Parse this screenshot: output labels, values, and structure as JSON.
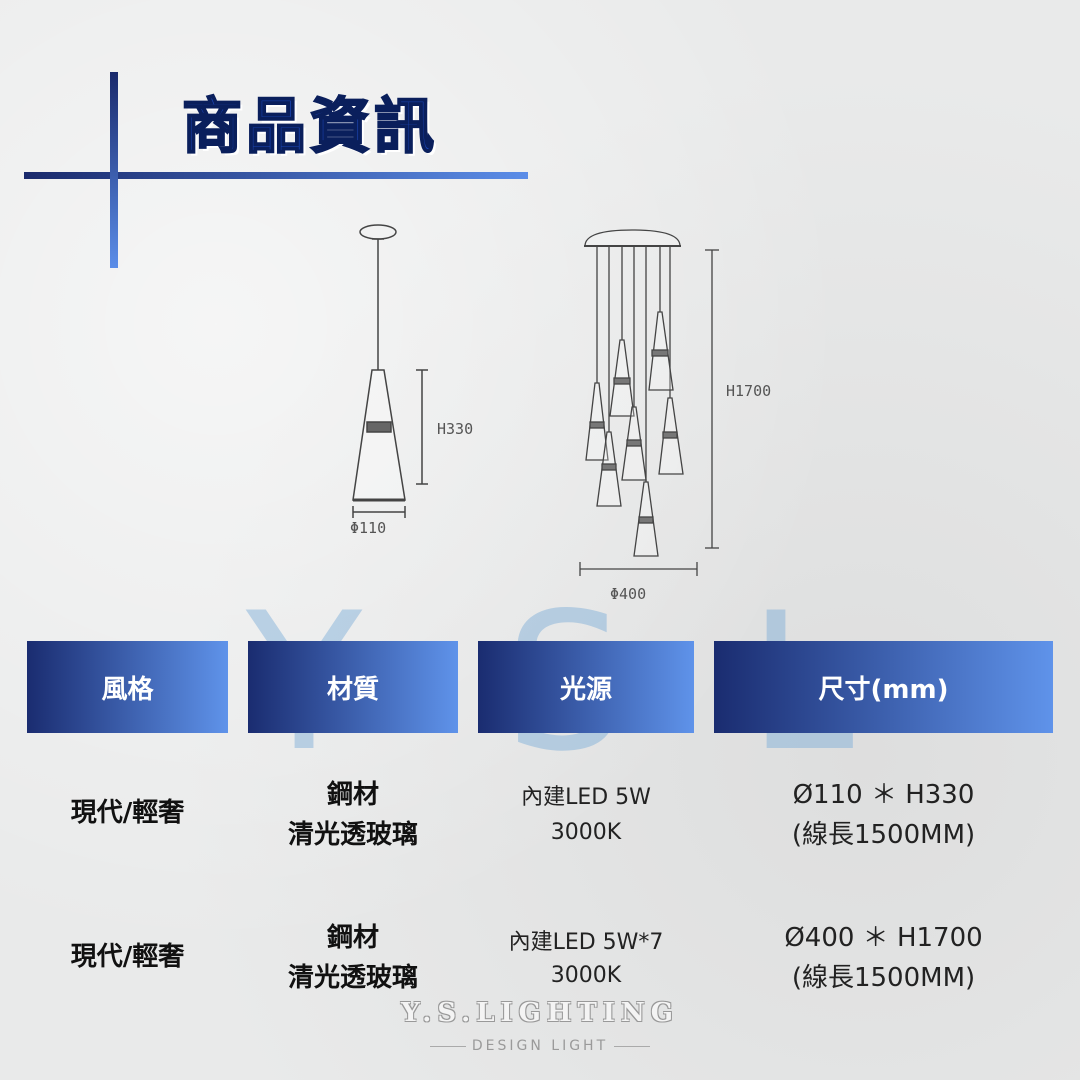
{
  "title": "商品資訊",
  "watermark": {
    "y": "Y",
    "s": "S",
    "l": "L"
  },
  "diagram": {
    "single": {
      "height_label": "H330",
      "diameter_label": "Φ110"
    },
    "cluster": {
      "height_label": "H1700",
      "diameter_label": "Φ400"
    }
  },
  "table": {
    "headers": [
      "風格",
      "材質",
      "光源",
      "尺寸(mm)"
    ],
    "rows": [
      {
        "style": "現代/輕奢",
        "material_line1": "鋼材",
        "material_line2": "清光透玻璃",
        "light_line1": "內建LED 5W",
        "light_line2": "3000K",
        "size_line1": "Ø110 ＊ H330",
        "size_line2": "(線長1500MM)"
      },
      {
        "style": "現代/輕奢",
        "material_line1": "鋼材",
        "material_line2": "清光透玻璃",
        "light_line1": "內建LED 5W*7",
        "light_line2": "3000K",
        "size_line1": "Ø400 ＊ H1700",
        "size_line2": "(線長1500MM)"
      }
    ]
  },
  "logo": {
    "brand": "Y.S.LIGHTING",
    "tagline": "DESIGN LIGHT"
  },
  "colors": {
    "accent_dark": "#1a2c70",
    "accent_light": "#5f93ea",
    "title_blue": "#1b47b8"
  }
}
